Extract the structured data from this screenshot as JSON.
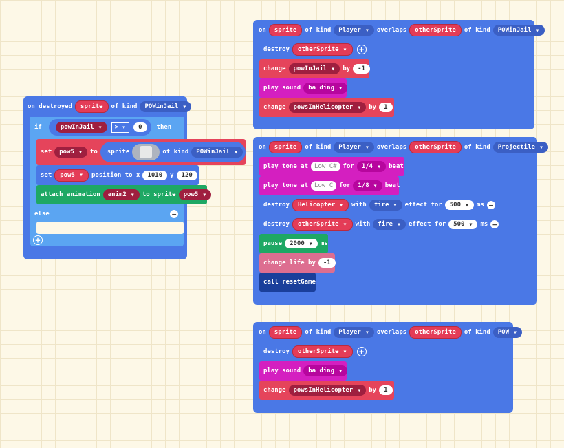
{
  "palette": {
    "blue": "#4a78e6",
    "light_blue": "#5ba5f2",
    "red": "#e5445b",
    "magenta": "#d41fc0",
    "green": "#1ea864",
    "pink": "#dd6e90",
    "navy": "#1a3f9b"
  },
  "icons": [
    "add-icon",
    "remove-icon",
    "dropdown-caret-icon",
    "sprite-image-icon"
  ],
  "b1": {
    "hat": {
      "on": "on",
      "sprite": "sprite",
      "of_kind": "of kind",
      "kind": "Player",
      "overlaps": "overlaps",
      "other": "otherSprite",
      "of_kind2": "of kind",
      "kind2": "POWinJail"
    },
    "destroy": {
      "label": "destroy",
      "target": "otherSprite"
    },
    "change1": {
      "label": "change",
      "var": "powInJail",
      "by": "by",
      "value": "-1"
    },
    "play": {
      "label": "play sound",
      "sound": "ba ding"
    },
    "change2": {
      "label": "change",
      "var": "powsInHelicopter",
      "by": "by",
      "value": "1"
    }
  },
  "b2": {
    "hat": {
      "on": "on",
      "sprite": "sprite",
      "of_kind": "of kind",
      "kind": "Player",
      "overlaps": "overlaps",
      "other": "otherSprite",
      "of_kind2": "of kind",
      "kind2": "Projectile"
    },
    "tone1": {
      "label": "play tone at",
      "note": "Low C#",
      "for": "for",
      "beat": "1/4",
      "beat_lbl": "beat"
    },
    "tone2": {
      "label": "play tone at",
      "note": "Low C",
      "for": "for",
      "beat": "1/8",
      "beat_lbl": "beat"
    },
    "destroy1": {
      "label": "destroy",
      "target": "Helicopter",
      "with": "with",
      "effect": "fire",
      "effect_for": "effect for",
      "ms": "500",
      "ms_lbl": "ms"
    },
    "destroy2": {
      "label": "destroy",
      "target": "otherSprite",
      "with": "with",
      "effect": "fire",
      "effect_for": "effect for",
      "ms": "500",
      "ms_lbl": "ms"
    },
    "pause": {
      "label": "pause",
      "ms": "2000",
      "ms_lbl": "ms"
    },
    "life": {
      "label": "change life by",
      "value": "-1"
    },
    "call": {
      "label": "call resetGame"
    }
  },
  "b3": {
    "hat": {
      "on": "on",
      "sprite": "sprite",
      "of_kind": "of kind",
      "kind": "Player",
      "overlaps": "overlaps",
      "other": "otherSprite",
      "of_kind2": "of kind",
      "kind2": "POW"
    },
    "destroy": {
      "label": "destroy",
      "target": "otherSprite"
    },
    "play": {
      "label": "play sound",
      "sound": "ba ding"
    },
    "change": {
      "label": "change",
      "var": "powsInHelicopter",
      "by": "by",
      "value": "1"
    }
  },
  "b4": {
    "hat": {
      "label": "on destroyed",
      "sprite": "sprite",
      "of_kind": "of kind",
      "kind": "POWinJail"
    },
    "if": {
      "label": "if",
      "var": "powInJail",
      "op": ">",
      "value": "0",
      "then": "then"
    },
    "set1": {
      "label": "set",
      "var": "pow5",
      "to": "to",
      "sprite": "sprite",
      "of_kind": "of kind",
      "kind": "POWinJail"
    },
    "set2": {
      "label": "set",
      "var": "pow5",
      "pos": "position to x",
      "x": "1010",
      "y_lbl": "y",
      "y": "120"
    },
    "anim": {
      "label": "attach animation",
      "anim": "anim2",
      "to": "to sprite",
      "var": "pow5"
    },
    "else": "else"
  }
}
